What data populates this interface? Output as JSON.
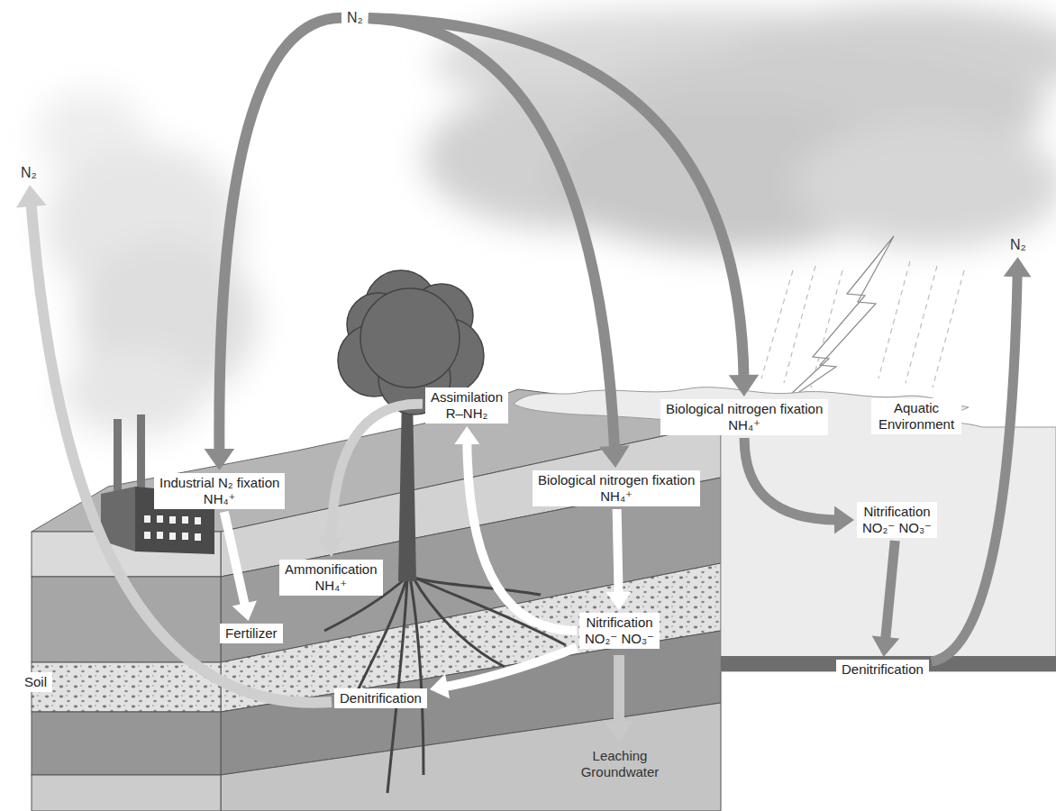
{
  "diagram": {
    "nodes": [
      {
        "text": [
          "N₂"
        ]
      },
      {
        "text": [
          "N₂"
        ]
      },
      {
        "text": [
          "N₂"
        ]
      },
      {
        "text": [
          "Assimilation",
          "R–NH₂"
        ]
      },
      {
        "text": [
          "Biological nitrogen fixation",
          "NH₄⁺"
        ]
      },
      {
        "text": [
          "Aquatic Environment"
        ]
      },
      {
        "text": [
          "Industrial N₂ fixation",
          "NH₄⁺"
        ]
      },
      {
        "text": [
          "Biological nitrogen fixation",
          "NH₄⁺"
        ]
      },
      {
        "text": [
          "Nitrification",
          "NO₂⁻ NO₃⁻"
        ]
      },
      {
        "text": [
          "Ammonification",
          "NH₄⁺"
        ]
      },
      {
        "text": [
          "Fertilizer"
        ]
      },
      {
        "text": [
          "Nitrification",
          "NO₂⁻ NO₃⁻"
        ]
      },
      {
        "text": [
          "Soil"
        ]
      },
      {
        "text": [
          "Denitrification"
        ]
      },
      {
        "text": [
          "Denitrification"
        ]
      }
    ],
    "edges": [
      {
        "from": 0,
        "to": 6,
        "arrow": "to"
      },
      {
        "from": 0,
        "to": 7,
        "arrow": "to"
      },
      {
        "from": 0,
        "to": 4,
        "arrow": "to"
      },
      {
        "from": 6,
        "to": 10,
        "arrow": "to"
      },
      {
        "from": 7,
        "to": 11,
        "arrow": "to"
      },
      {
        "from": 11,
        "to": 3,
        "arrow": "to"
      },
      {
        "from": 11,
        "to": 13,
        "arrow": "to"
      },
      {
        "from": 3,
        "to": 9,
        "arrow": "to"
      },
      {
        "from": 13,
        "to": 1,
        "arrow": "to"
      },
      {
        "from": 4,
        "to": 8,
        "arrow": "to"
      },
      {
        "from": 8,
        "to": 14,
        "arrow": "to"
      },
      {
        "from": 14,
        "to": 2,
        "arrow": "to"
      }
    ],
    "labels": [
      "Leaching Groundwater"
    ]
  }
}
